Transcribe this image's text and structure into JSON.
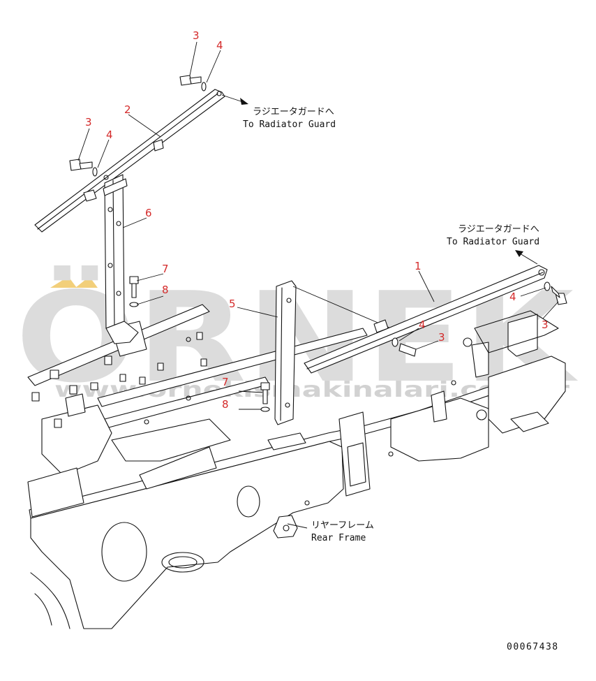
{
  "callouts": {
    "c3_top": "3",
    "c4_top": "4",
    "c2": "2",
    "c3_mid": "3",
    "c4_mid": "4",
    "c6": "6",
    "c7_left": "7",
    "c8_left": "8",
    "c5": "5",
    "c1": "1",
    "c4_right": "4",
    "c3_right": "3",
    "c4_center": "4",
    "c3_center": "3",
    "c7_center": "7",
    "c8_center": "8"
  },
  "labels": {
    "radiator_guard_top_jp": "ラジエータガードへ",
    "radiator_guard_top_en": "To Radiator Guard",
    "radiator_guard_right_jp": "ラジエータガードへ",
    "radiator_guard_right_en": "To Radiator Guard",
    "rear_frame_jp": "リヤーフレーム",
    "rear_frame_en": "Rear Frame",
    "drawing_number": "00067438"
  },
  "watermark": {
    "brand": "ÖRNEK",
    "url": "www.ornekismakinalari.com.tr",
    "brand_color": "#d9d9d9",
    "accent_color": "#f2cf7a"
  }
}
